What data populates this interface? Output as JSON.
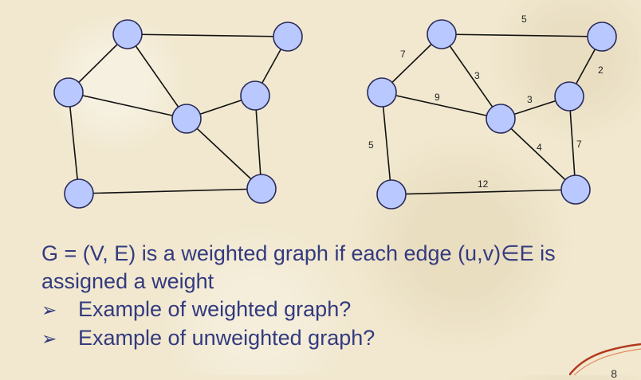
{
  "statement": {
    "line1": "G = (V, E) is a weighted graph if each edge (u,v)∈E is",
    "line2": "assigned a weight"
  },
  "bullets": [
    {
      "icon": "arrowhead-bullet-icon",
      "symbol": "➢",
      "text": "Example of weighted graph?"
    },
    {
      "icon": "arrowhead-bullet-icon",
      "symbol": "➢",
      "text": "Example of unweighted graph?"
    }
  ],
  "graph_weights": {
    "top": "5",
    "upper_left": "7",
    "right_top": "2",
    "mid_left": "9",
    "top_to_center": "3",
    "center_right": "3",
    "left_vertical": "5",
    "center_bottom": "4",
    "right_vertical": "7",
    "bottom": "12"
  },
  "page_number": "8",
  "colors": {
    "node_fill": "#b9c9ff",
    "text": "#333a7f",
    "background": "#f1e8cf"
  }
}
